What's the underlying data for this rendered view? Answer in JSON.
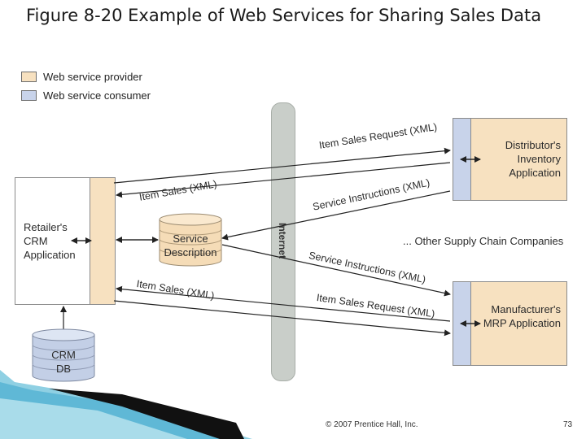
{
  "title": "Figure 8-20 Example of Web Services for Sharing Sales Data",
  "legend": {
    "provider": "Web service provider",
    "consumer": "Web service consumer"
  },
  "colors": {
    "provider": "#f7e1c0",
    "consumer": "#c8d3ea",
    "internet": "#c9cec9"
  },
  "nodes": {
    "retailer": "Retailer's CRM Application",
    "service_description": "Service Description",
    "crm_db": "CRM DB",
    "distributor": "Distributor's Inventory Application",
    "manufacturer": "Manufacturer's MRP Application",
    "internet": "Internet",
    "other": "... Other Supply Chain Companies"
  },
  "messages": {
    "item_sales_request_top": "Item Sales Request (XML)",
    "item_sales_top": "Item Sales (XML)",
    "service_instructions_top": "Service Instructions (XML)",
    "service_instructions_bottom": "Service Instructions (XML)",
    "item_sales_bottom": "Item Sales (XML)",
    "item_sales_request_bottom": "Item Sales Request (XML)"
  },
  "footer": {
    "copyright": "© 2007 Prentice Hall, Inc.",
    "page": "73"
  }
}
